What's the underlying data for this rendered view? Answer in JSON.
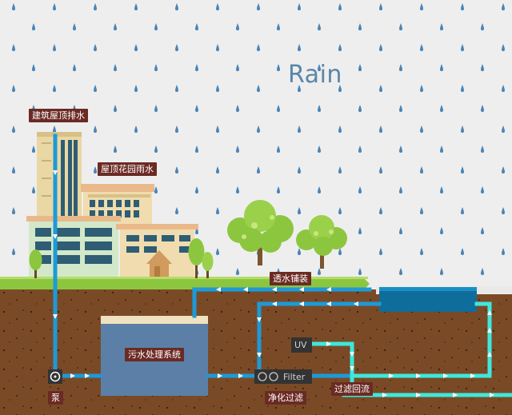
{
  "colors": {
    "sky": "#eeeeee",
    "raindrop": "#4a84b6",
    "grass": "#8cc63f",
    "soil": "#7a4a26",
    "pipe_blue": "#1d9ad8",
    "pipe_cyan": "#3fe7dc",
    "label_bg": "#6b2a23",
    "tank": "#5c7fa8",
    "pond": "#0e6d9a"
  },
  "title": "Rain",
  "labels": {
    "roof_drain": "建筑屋顶排水",
    "roof_garden": "屋顶花园雨水",
    "permeable_pavement": "透水铺装",
    "sewage_system": "污水处理系统",
    "pump": "泵",
    "purify": "净化过滤",
    "filter_return": "过滤回流",
    "uv": "UV",
    "filter": "Filter"
  },
  "icons": {
    "pump": "pump-icon",
    "filter": "filter-icon",
    "flow_arrow": "flow-arrow-icon",
    "raindrop": "raindrop-icon",
    "tree": "tree-icon"
  }
}
